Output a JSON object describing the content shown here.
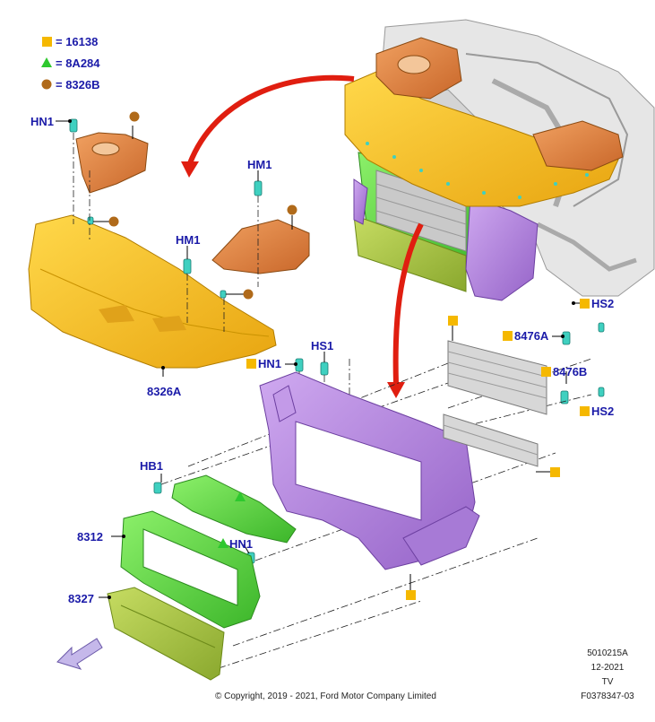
{
  "legend": [
    {
      "shape": "square",
      "color": "#f5b800",
      "label": "= 16138"
    },
    {
      "shape": "triangle",
      "color": "#2ec82e",
      "label": "= 8A284"
    },
    {
      "shape": "circle",
      "color": "#b06a1a",
      "label": "= 8326B"
    }
  ],
  "callouts": {
    "hn1_top": "HN1",
    "hm1_a": "HM1",
    "hm1_b": "HM1",
    "label_8326a": "8326A",
    "hn1_mid": "HN1",
    "hs1": "HS1",
    "hs2_top": "HS2",
    "label_8476a": "8476A",
    "label_8476b": "8476B",
    "hs2_bottom": "HS2",
    "hb1": "HB1",
    "label_8312": "8312",
    "hn1_low": "HN1",
    "label_8327": "8327"
  },
  "footer": {
    "copyright": "© Copyright, 2019 - 2021, Ford Motor Company Limited",
    "code1": "5010215A",
    "date": "12-2021",
    "tv": "TV",
    "code2": "F0378347-03"
  },
  "colors": {
    "label_blue": "#1a1aa8",
    "yellow_part": "#f3bd22",
    "orange_part": "#e3893f",
    "purple_part": "#b98ae3",
    "green_part": "#62de4a",
    "olive_part": "#a9c846",
    "arrow_red": "#e01e10"
  }
}
